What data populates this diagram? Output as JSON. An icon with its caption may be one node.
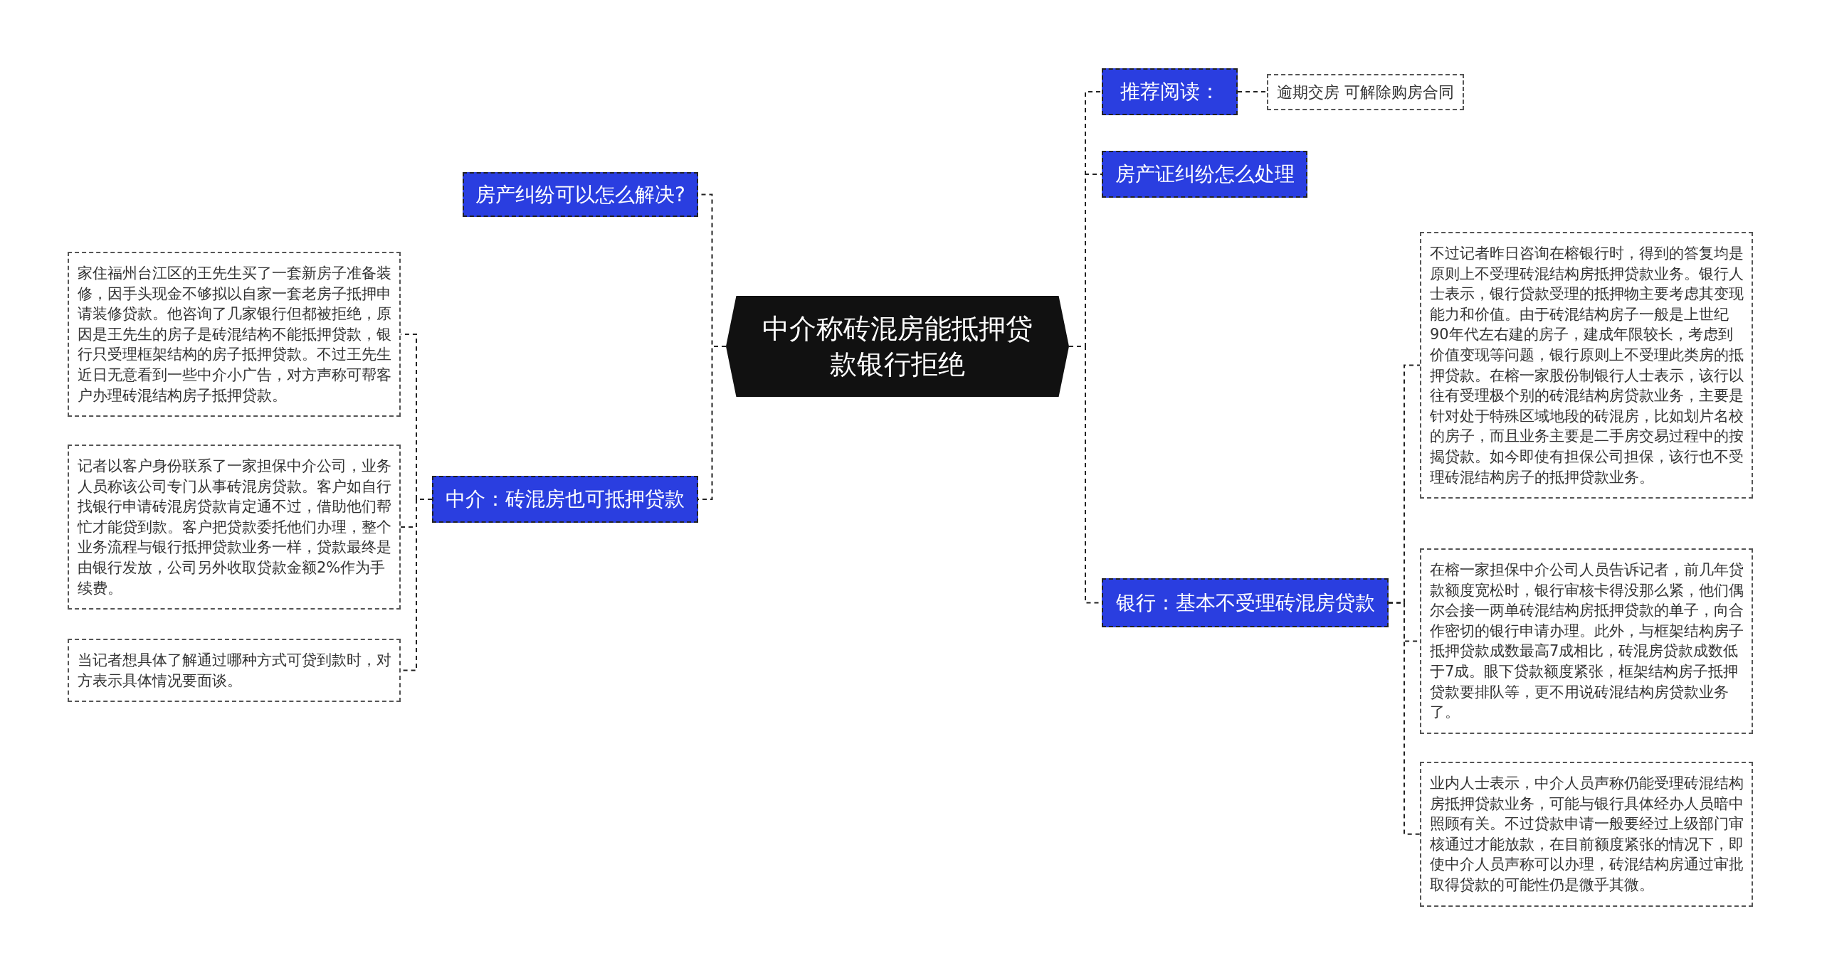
{
  "diagram": {
    "nodes": [
      {
        "text": [
          "中介称砖混房能抵押贷款银行拒绝"
        ]
      },
      {
        "text": [
          "房产纠纷可以怎么解决?"
        ]
      },
      {
        "text": [
          "中介：砖混房也可抵押贷款"
        ]
      },
      {
        "text": [
          "家住福州台江区的王先生买了一套新房子准备装修，因手头现金不够拟以自家一套老房子抵押申请装修贷款。他咨询了几家银行但都被拒绝，原因是王先生的房子是砖混结构不能抵押贷款，银行只受理框架结构的房子抵押贷款。不过王先生近日无意看到一些中介小广告，对方声称可帮客户办理砖混结构房子抵押贷款。"
        ]
      },
      {
        "text": [
          "记者以客户身份联系了一家担保中介公司，业务人员称该公司专门从事砖混房贷款。客户如自行找银行申请砖混房贷款肯定通不过，借助他们帮忙才能贷到款。客户把贷款委托他们办理，整个业务流程与银行抵押贷款业务一样，贷款最终是由银行发放，公司另外收取贷款金额2%作为手续费。"
        ]
      },
      {
        "text": [
          "当记者想具体了解通过哪种方式可贷到款时，对方表示具体情况要面谈。"
        ]
      },
      {
        "text": [
          "推荐阅读："
        ]
      },
      {
        "text": [
          "逾期交房 可解除购房合同"
        ]
      },
      {
        "text": [
          "房产证纠纷怎么处理"
        ]
      },
      {
        "text": [
          "银行：基本不受理砖混房贷款"
        ]
      },
      {
        "text": [
          "不过记者昨日咨询在榕银行时，得到的答复均是原则上不受理砖混结构房抵押贷款业务。银行人士表示，银行贷款受理的抵押物主要考虑其变现能力和价值。由于砖混结构房子一般是上世纪90年代左右建的房子，建成年限较长，考虑到价值变现等问题，银行原则上不受理此类房的抵押贷款。在榕一家股份制银行人士表示，该行以往有受理极个别的砖混结构房贷款业务，主要是针对处于特殊区域地段的砖混房，比如划片名校的房子，而且业务主要是二手房交易过程中的按揭贷款。如今即使有担保公司担保，该行也不受理砖混结构房子的抵押贷款业务。"
        ]
      },
      {
        "text": [
          "在榕一家担保中介公司人员告诉记者，前几年贷款额度宽松时，银行审核卡得没那么紧，他们偶尔会接一两单砖混结构房抵押贷款的单子，向合作密切的银行申请办理。此外，与框架结构房子抵押贷款成数最高7成相比，砖混房贷款成数低于7成。眼下贷款额度紧张，框架结构房子抵押贷款要排队等，更不用说砖混结构房贷款业务了。"
        ]
      },
      {
        "text": [
          "业内人士表示，中介人员声称仍能受理砖混结构房抵押贷款业务，可能与银行具体经办人员暗中照顾有关。不过贷款申请一般要经过上级部门审核通过才能放款，在目前额度紧张的情况下，即使中介人员声称可以办理，砖混结构房通过审批取得贷款的可能性仍是微乎其微。"
        ]
      }
    ],
    "edges": [
      {
        "from": 0,
        "to": 1,
        "arrow": "none"
      },
      {
        "from": 0,
        "to": 2,
        "arrow": "none"
      },
      {
        "from": 2,
        "to": 3,
        "arrow": "none"
      },
      {
        "from": 2,
        "to": 4,
        "arrow": "none"
      },
      {
        "from": 2,
        "to": 5,
        "arrow": "none"
      },
      {
        "from": 0,
        "to": 6,
        "arrow": "none"
      },
      {
        "from": 6,
        "to": 7,
        "arrow": "none"
      },
      {
        "from": 0,
        "to": 8,
        "arrow": "none"
      },
      {
        "from": 0,
        "to": 9,
        "arrow": "none"
      },
      {
        "from": 9,
        "to": 10,
        "arrow": "none"
      },
      {
        "from": 9,
        "to": 11,
        "arrow": "none"
      },
      {
        "from": 9,
        "to": 12,
        "arrow": "none"
      }
    ]
  }
}
